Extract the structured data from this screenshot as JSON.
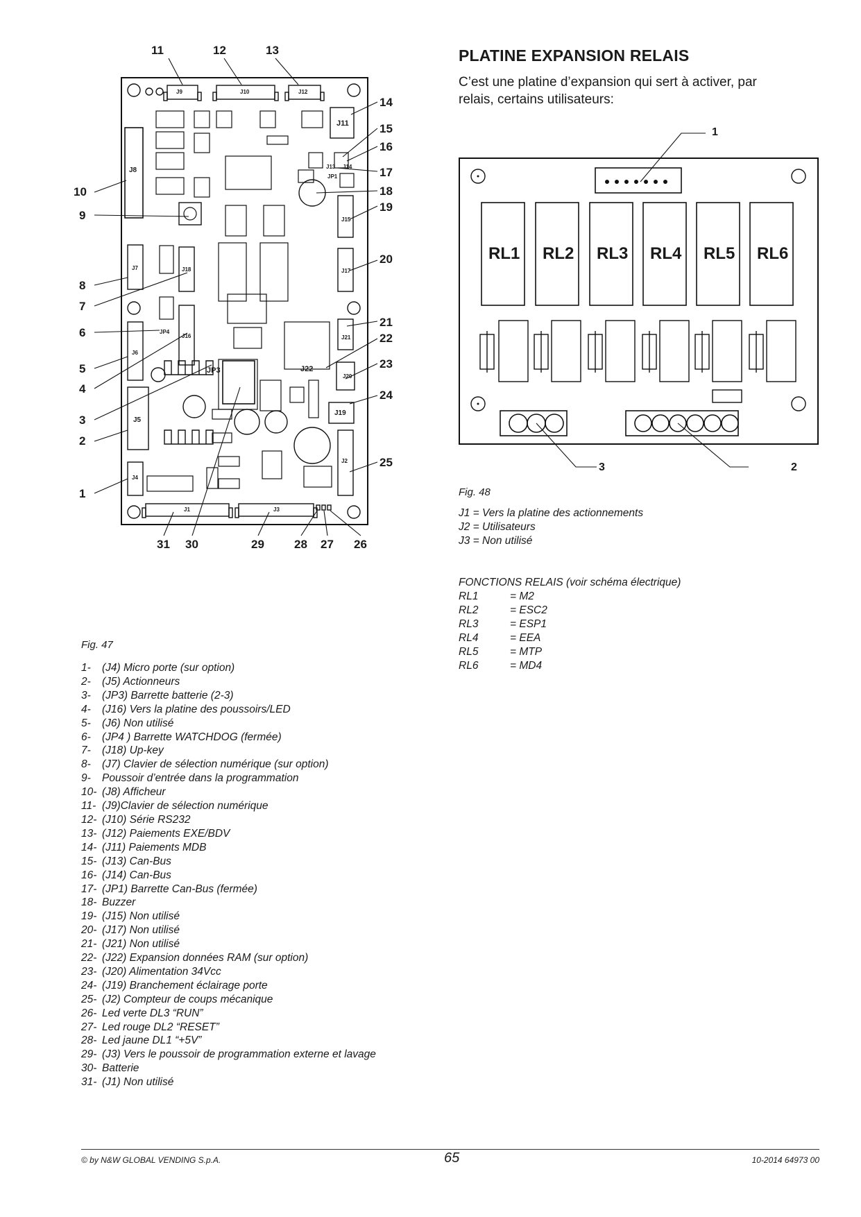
{
  "fig47": {
    "callouts": [
      "11",
      "12",
      "13",
      "14",
      "15",
      "16",
      "17",
      "18",
      "19",
      "20",
      "21",
      "22",
      "23",
      "24",
      "25",
      "10",
      "9",
      "8",
      "7",
      "6",
      "5",
      "4",
      "3",
      "2",
      "1",
      "31",
      "30",
      "29",
      "28",
      "27",
      "26"
    ],
    "board_labels": {
      "j9": "J9",
      "j10": "J10",
      "j12": "J12",
      "j11": "J11",
      "j8": "J8",
      "j13": "J13",
      "j14": "J14",
      "jp1": "JP1",
      "j15": "J15",
      "j17": "J17",
      "j7": "J7",
      "j18": "J18",
      "j6": "J6",
      "j16": "J16",
      "jp4": "JP4",
      "j21": "J21",
      "j22": "J22",
      "j20": "J20",
      "jp3": "JP3",
      "j5": "J5",
      "j19": "J19",
      "j2": "J2",
      "j4": "J4",
      "j1": "J1",
      "j3": "J3"
    },
    "caption": "Fig. 47",
    "legend": [
      {
        "n": "1-",
        "t": "(J4) Micro porte (sur option)"
      },
      {
        "n": "2-",
        "t": "(J5) Actionneurs"
      },
      {
        "n": "3-",
        "t": "(JP3) Barrette batterie (2-3)"
      },
      {
        "n": "4-",
        "t": "(J16) Vers la platine des poussoirs/LED"
      },
      {
        "n": "5-",
        "t": "(J6) Non utilisé"
      },
      {
        "n": "6-",
        "t": "(JP4 ) Barrette WATCHDOG (fermée)"
      },
      {
        "n": "7-",
        "t": "(J18) Up-key"
      },
      {
        "n": "8-",
        "t": "(J7) Clavier de sélection numérique (sur option)"
      },
      {
        "n": "9-",
        "t": "Poussoir d’entrée dans la programmation"
      },
      {
        "n": "10-",
        "t": "(J8) Afficheur"
      },
      {
        "n": "11-",
        "t": "(J9)Clavier de sélection numérique"
      },
      {
        "n": "12-",
        "t": "(J10) Série RS232"
      },
      {
        "n": "13-",
        "t": "(J12) Paiements EXE/BDV"
      },
      {
        "n": "14-",
        "t": "(J11) Paiements MDB"
      },
      {
        "n": "15-",
        "t": "(J13) Can-Bus"
      },
      {
        "n": "16-",
        "t": "(J14) Can-Bus"
      },
      {
        "n": "17-",
        "t": "(JP1) Barrette Can-Bus (fermée)"
      },
      {
        "n": "18-",
        "t": "Buzzer"
      },
      {
        "n": "19-",
        "t": "(J15) Non utilisé"
      },
      {
        "n": "20-",
        "t": "(J17) Non utilisé"
      },
      {
        "n": "21-",
        "t": "(J21) Non utilisé"
      },
      {
        "n": "22-",
        "t": "(J22) Expansion données RAM (sur option)"
      },
      {
        "n": "23-",
        "t": "(J20) Alimentation 34Vcc"
      },
      {
        "n": "24-",
        "t": "(J19) Branchement éclairage porte"
      },
      {
        "n": "25-",
        "t": "(J2) Compteur de coups mécanique"
      },
      {
        "n": "26-",
        "t": "Led verte DL3 “RUN”"
      },
      {
        "n": "27-",
        "t": "Led rouge DL2 “RESET”"
      },
      {
        "n": "28-",
        "t": "Led jaune DL1 “+5V”"
      },
      {
        "n": "29-",
        "t": "(J3) Vers le poussoir de programmation externe et lavage"
      },
      {
        "n": "30-",
        "t": "Batterie"
      },
      {
        "n": "31-",
        "t": "(J1) Non utilisé"
      }
    ]
  },
  "section": {
    "title": "PLATINE EXPANSION RELAIS",
    "intro": "C’est une platine d’expansion qui sert à activer, par relais, certains utilisateurs:"
  },
  "fig48": {
    "callouts": [
      "1",
      "3",
      "2"
    ],
    "relays": [
      "RL1",
      "RL2",
      "RL3",
      "RL4",
      "RL5",
      "RL6"
    ],
    "caption": "Fig. 48",
    "connectors": [
      "J1 = Vers la platine des actionnements",
      "J2 = Utilisateurs",
      "J3 = Non utilisé"
    ],
    "functions_title": "FONCTIONS RELAIS (voir schéma électrique)",
    "functions": [
      {
        "relay": "RL1",
        "value": "= M2"
      },
      {
        "relay": "RL2",
        "value": "= ESC2"
      },
      {
        "relay": "RL3",
        "value": "= ESP1"
      },
      {
        "relay": "RL4",
        "value": "= EEA"
      },
      {
        "relay": "RL5",
        "value": "= MTP"
      },
      {
        "relay": "RL6",
        "value": "= MD4"
      }
    ]
  },
  "footer": {
    "left": "© by N&W GLOBAL VENDING S.p.A.",
    "page": "65",
    "right": "10-2014 64973 00"
  }
}
